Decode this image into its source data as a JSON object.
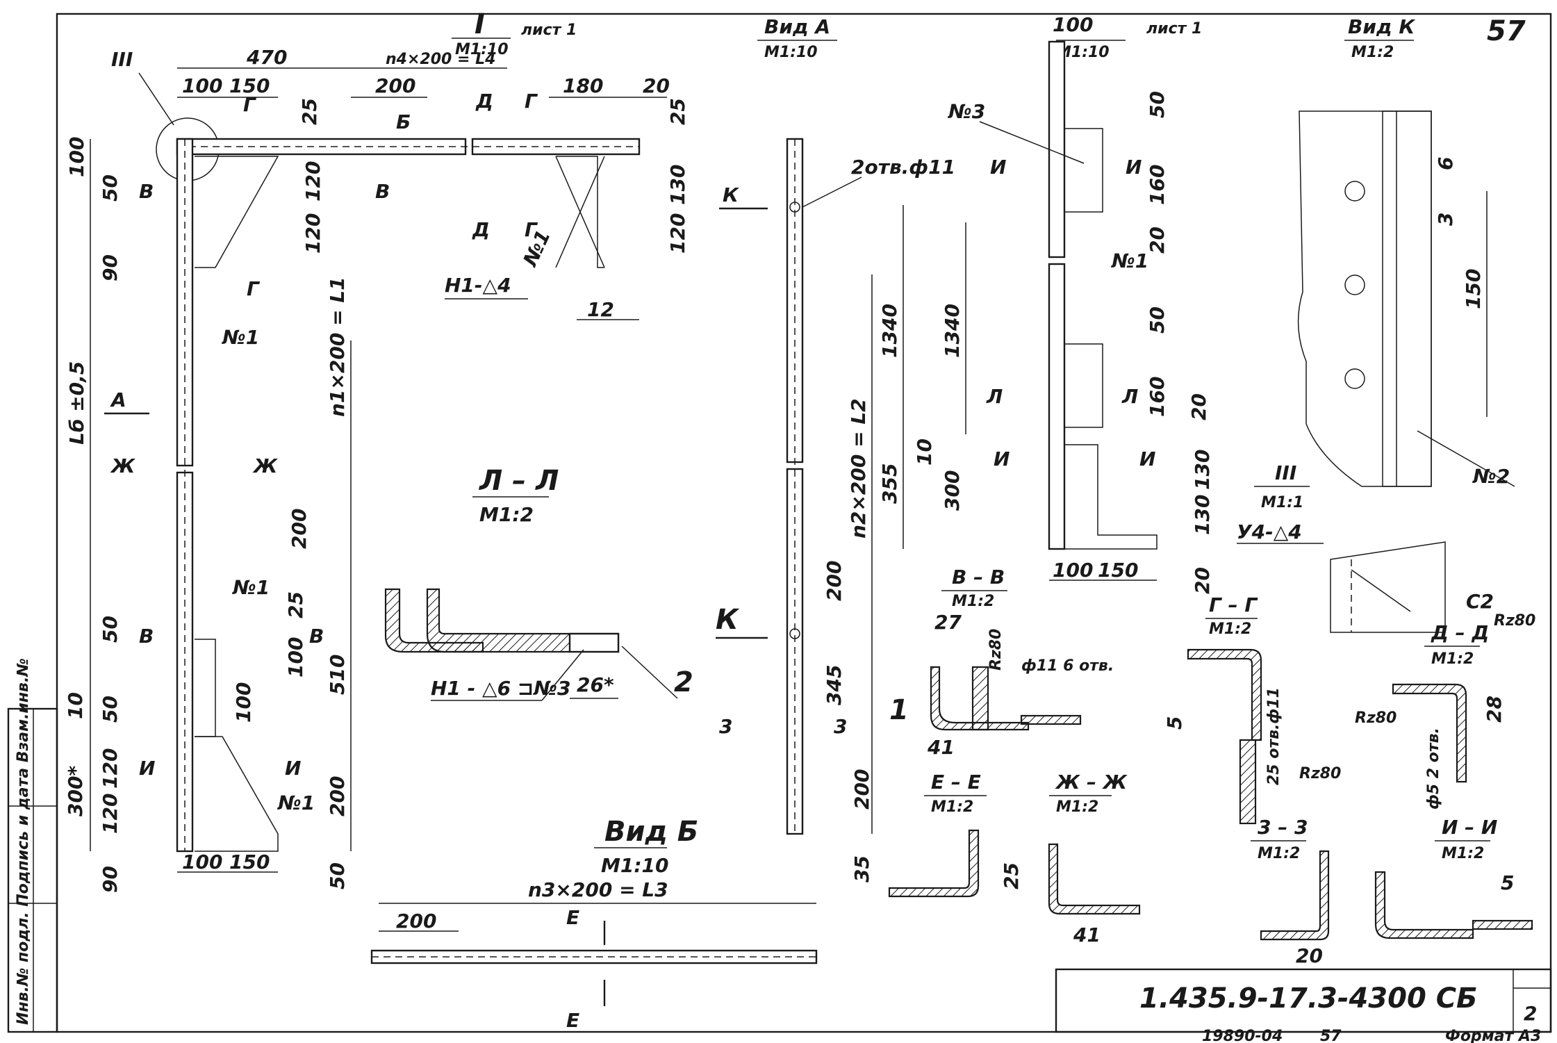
{
  "sheet": {
    "page_number": "57",
    "drawing_code": "1.435.9-17.3-4300 СБ",
    "sheet_no": "2",
    "bottom_code": "19890-04",
    "bottom_page": "57",
    "format": "Формат А3",
    "side_strip": "Инв.№ подл.   Подпись и дата   Взам.инв.№"
  },
  "views": {
    "node_III": "III",
    "main_title": "I",
    "main_scale": "М1:10",
    "main_sheet": "лист 1",
    "view_a": "Вид А",
    "view_a_scale": "М1:10",
    "view_a_sheet": "лист 1",
    "view_k": "Вид К",
    "view_k_scale": "М1:2",
    "view_b": "Вид Б",
    "view_b_scale": "М1:10",
    "sec_ll": "Л – Л",
    "sec_ll_scale": "М1:2",
    "sec_vv": "В – В",
    "sec_vv_scale": "М1:2",
    "sec_gg": "Г – Г",
    "sec_gg_scale": "М1:2",
    "sec_dd": "Д – Д",
    "sec_dd_scale": "М1:2",
    "sec_ee": "Е – Е",
    "sec_ee_scale": "М1:2",
    "sec_zhzh": "Ж – Ж",
    "sec_zhzh_scale": "М1:2",
    "sec_33": "3 – 3",
    "sec_33_scale": "М1:2",
    "sec_ii": "И – И",
    "sec_ii_scale": "М1:2",
    "node_III_title": "III",
    "node_III_scale": "М1:1"
  },
  "dims": {
    "d470": "470",
    "d100": "100",
    "d150": "150",
    "n4": "n4×200 = L4",
    "d200": "200",
    "d180": "180",
    "d20": "20",
    "d25": "25",
    "d120": "120",
    "d12": "12",
    "lb": "Lб ±0,5",
    "n1": "n1×200 = L1",
    "d50": "50",
    "d90": "90",
    "d10": "10",
    "d510": "510",
    "d300s": "300*",
    "d100b": "100",
    "n2": "n2×200 = L2",
    "d1340": "1340",
    "d355": "355",
    "d345": "345",
    "d300": "300",
    "d160": "160",
    "d130": "130",
    "n3": "n3×200 = L3",
    "d27": "27",
    "d41": "41",
    "d26": "26*",
    "d5": "5",
    "d28": "28",
    "d3": "3",
    "d6": "6",
    "d35": "35",
    "hole": "2отв.ф11",
    "hole6": "ф11 6 отв.",
    "hole25": "25 отв.ф11",
    "hole_phi5": "ф5 2 отв.",
    "rz80": "Rz80"
  },
  "marks": {
    "no1": "№1",
    "no2": "№2",
    "no3": "№3",
    "weld4": "Н1-△4",
    "weld6": "Н1 - △6 ⊐№3",
    "weld_u4": "У4-△4",
    "c2": "С2",
    "pos1": "1",
    "pos2": "2",
    "sec_A": "А",
    "sec_K": "К",
    "sec_B": "В",
    "sec_G": "Г",
    "sec_D": "Д",
    "sec_Zh": "Ж",
    "sec_I": "И",
    "sec_L": "Л",
    "sec_3": "3",
    "sec_B2": "Б",
    "sec_E": "Е"
  }
}
